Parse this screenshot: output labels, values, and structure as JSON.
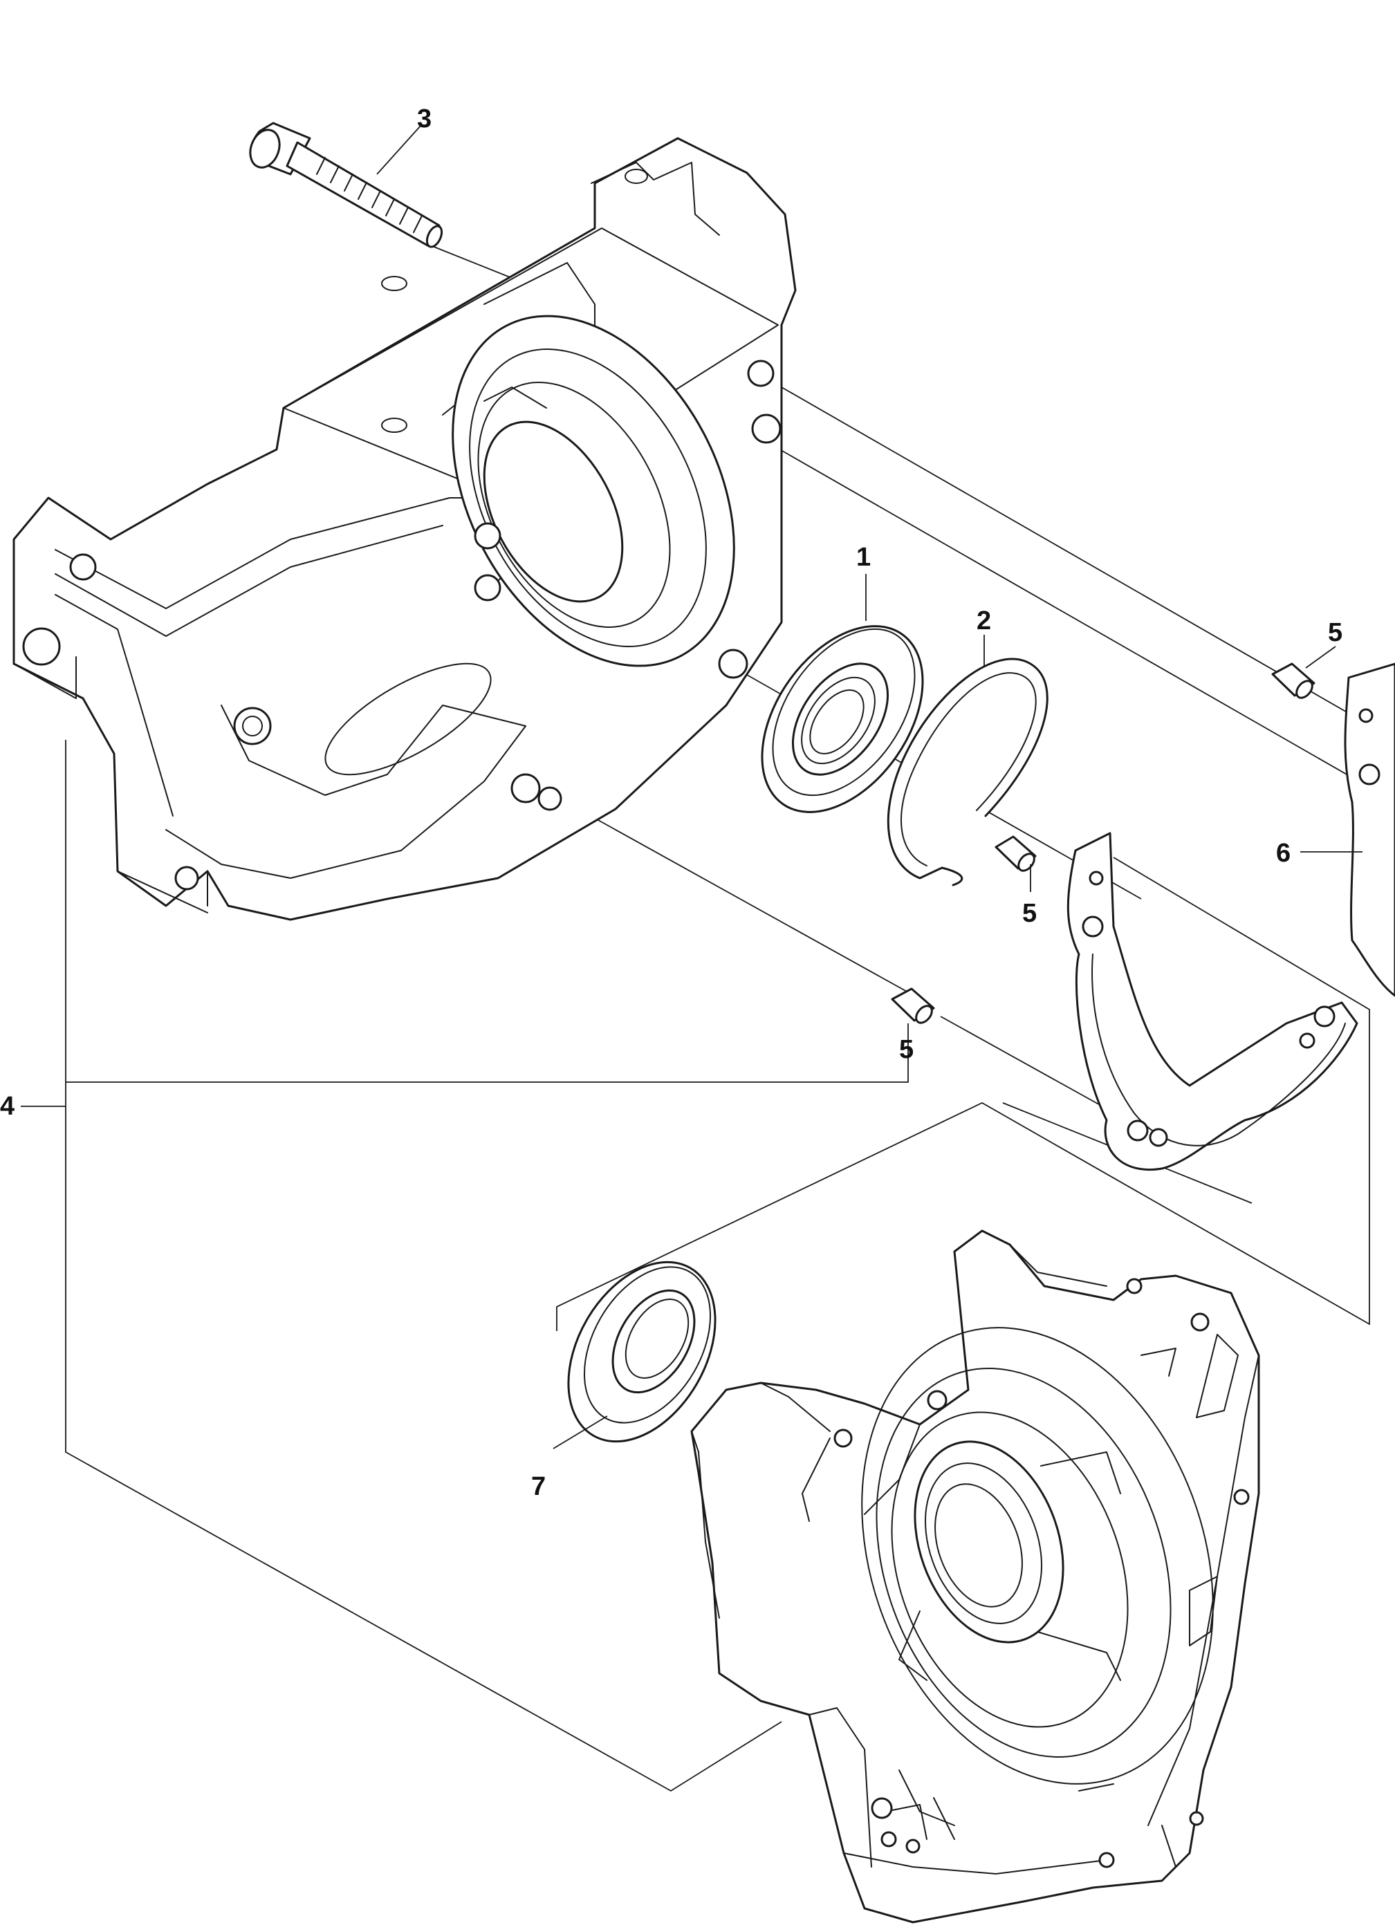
{
  "diagram": {
    "line_color": "#1a1a1a",
    "background": "#ffffff",
    "callouts": {
      "c1": "1",
      "c2": "2",
      "c3": "3",
      "c4": "4",
      "c5a": "5",
      "c5b": "5",
      "c5c": "5",
      "c6": "6",
      "c7": "7"
    }
  }
}
